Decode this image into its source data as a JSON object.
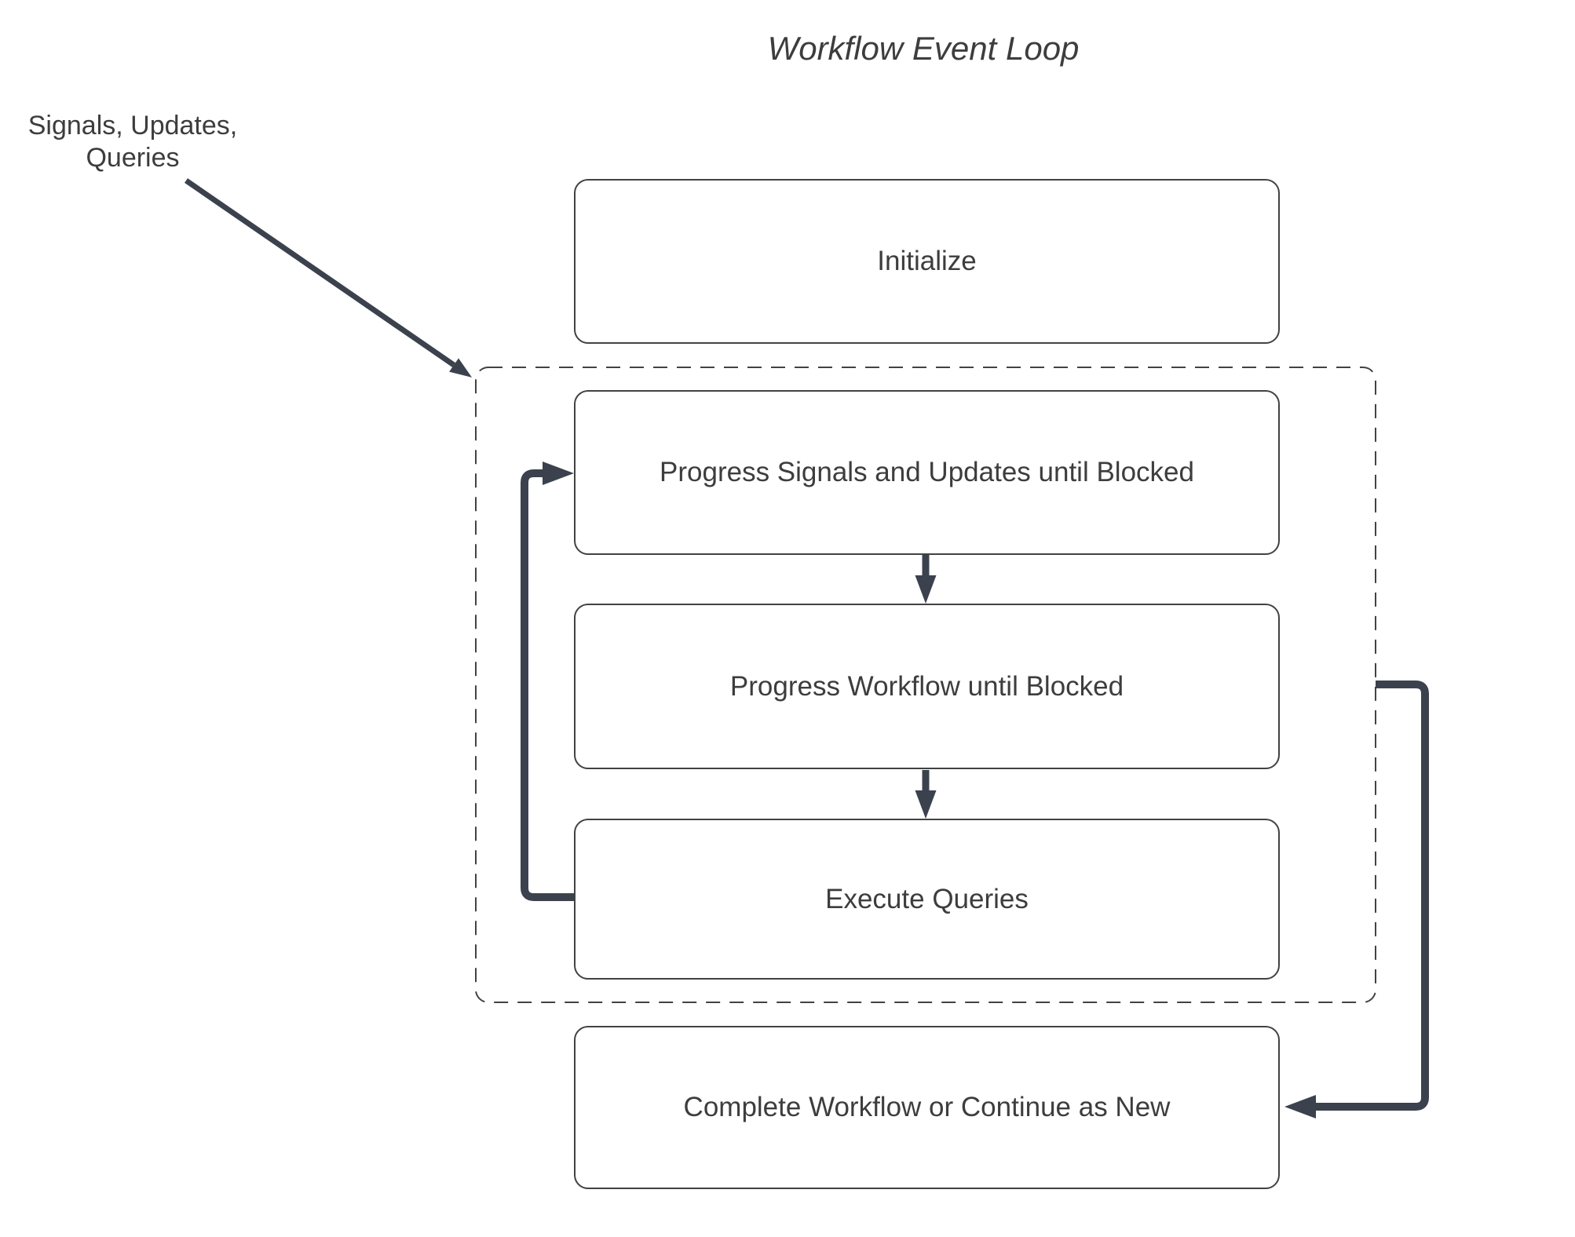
{
  "title": "Workflow Event Loop",
  "annotation": {
    "label": "Signals, Updates,\nQueries"
  },
  "nodes": {
    "initialize": {
      "label": "Initialize"
    },
    "progress_signals": {
      "label": "Progress Signals and Updates until Blocked"
    },
    "progress_workflow": {
      "label": "Progress Workflow until Blocked"
    },
    "execute_queries": {
      "label": "Execute Queries"
    },
    "complete": {
      "label": "Complete Workflow or Continue as New"
    }
  },
  "colors": {
    "arrow": "#3b424e",
    "node_border": "#424242",
    "group_border": "#424242",
    "text": "#3d3d3d",
    "background": "#ffffff"
  }
}
